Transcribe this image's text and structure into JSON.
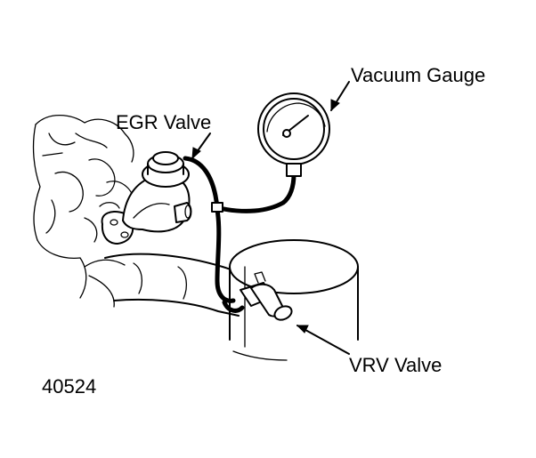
{
  "figure": {
    "labels": {
      "vacuum_gauge": "Vacuum Gauge",
      "egr_valve": "EGR Valve",
      "vrv_valve": "VRV Valve"
    },
    "figure_number": "40524"
  },
  "colors": {
    "ink": "#000000",
    "background": "#ffffff"
  }
}
